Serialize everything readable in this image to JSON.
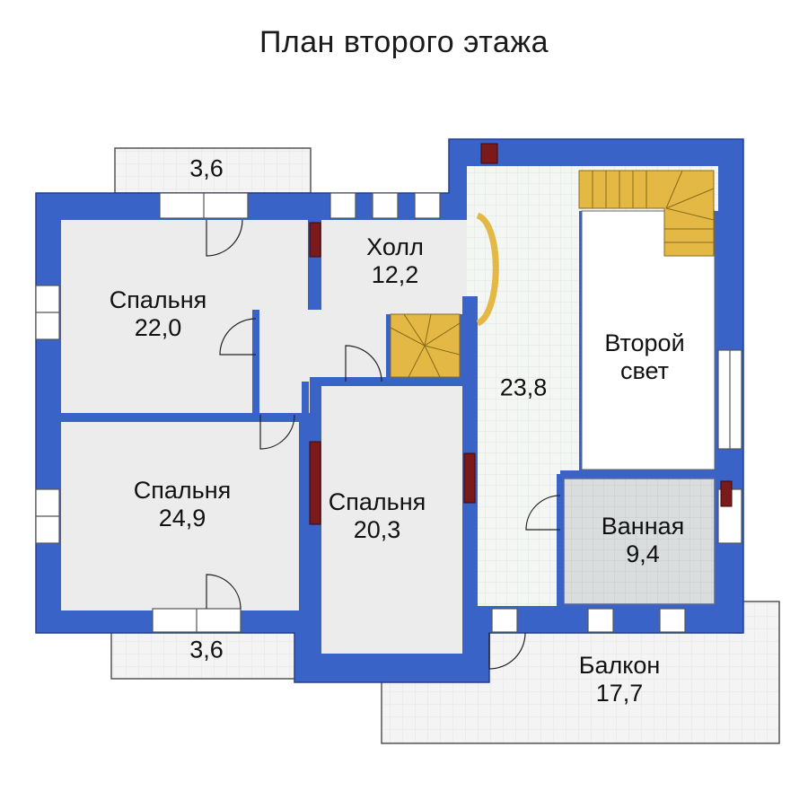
{
  "title": "План второго этажа",
  "colors": {
    "wall": "#3a63c8",
    "room_floor": "#ececec",
    "grid_floor": "#f4f6f4",
    "bath_floor": "#d9dddd",
    "balcony": "#f3f3f3",
    "stair": "#e3b845",
    "chimney": "#7a1a1a"
  },
  "rooms": {
    "bedroom_tl": {
      "name": "Спальня",
      "area": "22,0"
    },
    "hall": {
      "name": "Холл",
      "area": "12,2"
    },
    "bedroom_bl": {
      "name": "Спальня",
      "area": "24,9"
    },
    "bedroom_mid": {
      "name": "Спальня",
      "area": "20,3"
    },
    "corridor": {
      "area": "23,8"
    },
    "second_light": {
      "name": "Второй",
      "name2": "свет"
    },
    "bathroom": {
      "name": "Ванная",
      "area": "9,4"
    },
    "balcony_main": {
      "name": "Балкон",
      "area": "17,7"
    },
    "balcony_top": {
      "area": "3,6"
    },
    "balcony_bottom": {
      "area": "3,6"
    }
  }
}
